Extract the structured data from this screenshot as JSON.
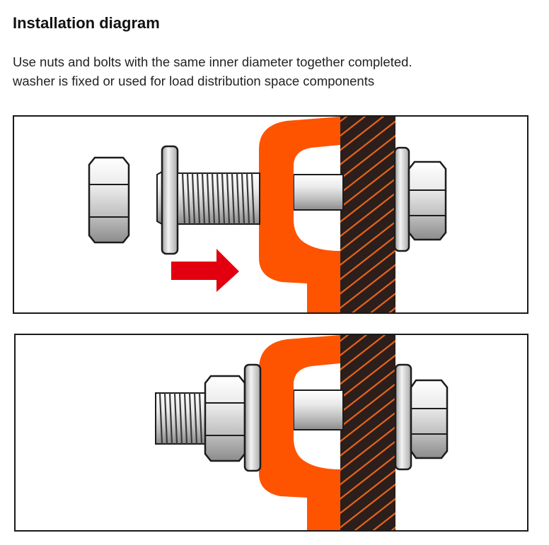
{
  "title": "Installation diagram",
  "description": {
    "line1": "Use nuts and bolts with the same inner diameter together completed.",
    "line2": "washer is fixed or used for load distribution space components"
  },
  "colors": {
    "bracket": "#fe5400",
    "beam": "#2b1e1b",
    "beam_hatch": "#e8641f",
    "arrow": "#e20010",
    "metal_light": "#f2f2f2",
    "metal_mid": "#c4c4c4",
    "metal_dark": "#7d7d7d",
    "outline": "#1c1c1c"
  }
}
